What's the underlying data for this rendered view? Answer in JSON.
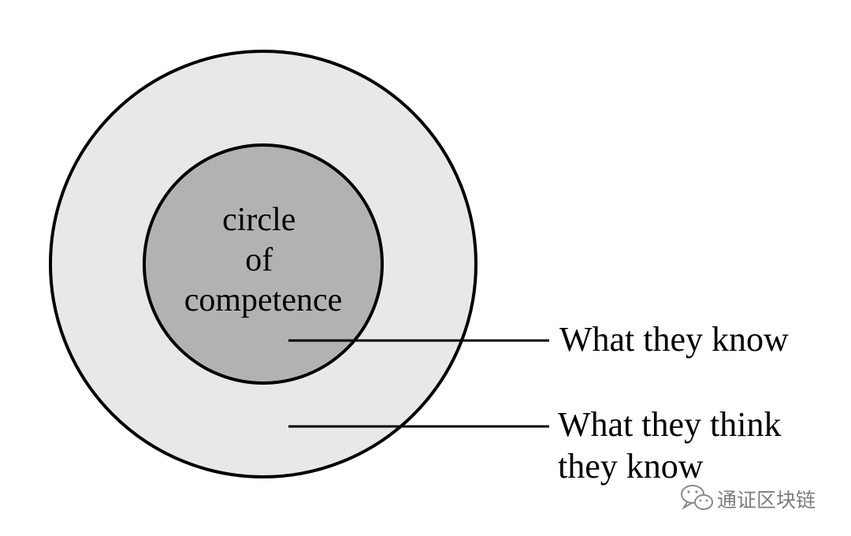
{
  "diagram": {
    "inner_circle": {
      "lines": [
        "circle",
        "of",
        "competence"
      ]
    },
    "callouts": [
      {
        "lines": [
          "What they know"
        ]
      },
      {
        "lines": [
          "What they think",
          "they know"
        ]
      }
    ]
  },
  "colors": {
    "outer_fill": "#e8e8e8",
    "inner_fill": "#b2b2b2",
    "stroke": "#000000",
    "background": "#ffffff",
    "watermark": "#7d7d7d"
  },
  "watermark": {
    "text": "通证区块链",
    "icon": "wechat-icon"
  }
}
